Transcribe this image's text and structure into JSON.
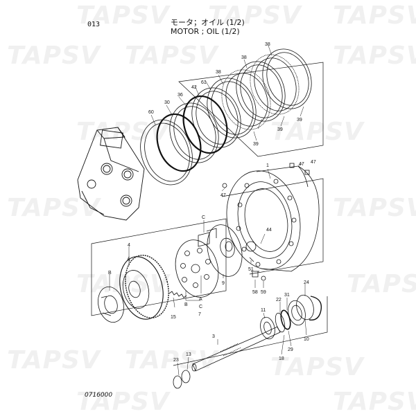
{
  "header": {
    "page_number": "013",
    "title_jp": "モータ；オイル (1/2)",
    "title_en": "MOTOR ; OIL (1/2)"
  },
  "footer": {
    "document_code": "0716000"
  },
  "watermark": {
    "text": "TAPSV"
  },
  "callouts": [
    {
      "id": "c38a",
      "label": "38"
    },
    {
      "id": "c38b",
      "label": "38"
    },
    {
      "id": "c38c",
      "label": "38"
    },
    {
      "id": "c61",
      "label": "61"
    },
    {
      "id": "c42",
      "label": "42"
    },
    {
      "id": "c36",
      "label": "36"
    },
    {
      "id": "c30",
      "label": "30"
    },
    {
      "id": "c60",
      "label": "60"
    },
    {
      "id": "c39a",
      "label": "39"
    },
    {
      "id": "c39b",
      "label": "39"
    },
    {
      "id": "c39c",
      "label": "39"
    },
    {
      "id": "c1",
      "label": "1"
    },
    {
      "id": "c47a",
      "label": "47"
    },
    {
      "id": "c47b",
      "label": "47"
    },
    {
      "id": "c47c",
      "label": "47"
    },
    {
      "id": "c44",
      "label": "44"
    },
    {
      "id": "c51",
      "label": "51"
    },
    {
      "id": "c58",
      "label": "58"
    },
    {
      "id": "c59",
      "label": "59"
    },
    {
      "id": "cC1",
      "label": "C"
    },
    {
      "id": "cC2",
      "label": "C"
    },
    {
      "id": "c4",
      "label": "4"
    },
    {
      "id": "cA1",
      "label": "A"
    },
    {
      "id": "cA2",
      "label": "A"
    },
    {
      "id": "cB1",
      "label": "B"
    },
    {
      "id": "cB2",
      "label": "B"
    },
    {
      "id": "c9",
      "label": "9"
    },
    {
      "id": "c15",
      "label": "15"
    },
    {
      "id": "c7",
      "label": "7"
    },
    {
      "id": "c24",
      "label": "24"
    },
    {
      "id": "c22",
      "label": "22"
    },
    {
      "id": "c31",
      "label": "31"
    },
    {
      "id": "c11",
      "label": "11"
    },
    {
      "id": "c3",
      "label": "3"
    },
    {
      "id": "c29",
      "label": "29"
    },
    {
      "id": "c10",
      "label": "10"
    },
    {
      "id": "c18",
      "label": "18"
    },
    {
      "id": "c13",
      "label": "13"
    },
    {
      "id": "c23",
      "label": "23"
    }
  ]
}
